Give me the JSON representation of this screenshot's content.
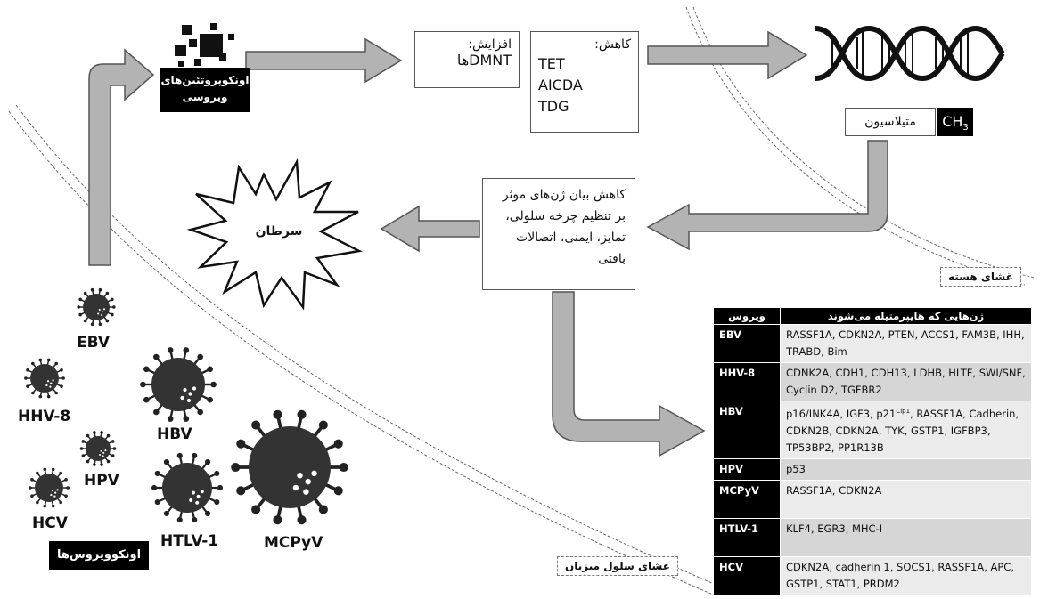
{
  "labels": {
    "viral_oncoproteins": "اونکوپروتئین‌های ویروسی",
    "increase_title": "افزایش:",
    "increase_item": "DMNTها",
    "decrease_title": "کاهش:",
    "decrease_items": [
      "TET",
      "AICDA",
      "TDG"
    ],
    "methylation": "متیلاسیون",
    "ch3": "CH",
    "ch3_sub": "3",
    "expression_text": "کاهش بیان ژن‌های موثر بر تنظیم چرخه سلولی، تمایز، ایمنی، اتصالات بافتی",
    "cancer": "سرطان",
    "nuclear_membrane": "غشای هسته",
    "host_membrane": "غشای سلول میزبان",
    "oncoviruses": "اونکوویروس‌ها"
  },
  "viruses": [
    "EBV",
    "HHV-8",
    "HBV",
    "HPV",
    "HCV",
    "HTLV-1",
    "MCPyV"
  ],
  "table": {
    "header_virus": "ویروس",
    "header_genes": "ژن‌هایی که هایپرمتیله می‌شوند",
    "rows": [
      {
        "virus": "EBV",
        "genes": "RASSF1A, CDKN2A, PTEN, ACCS1, FAM3B, IHH, TRABD, Bim"
      },
      {
        "virus": "HHV-8",
        "genes": "CDNK2A, CDH1, CDH13, LDHB, HLTF, SWI/SNF, Cyclin D2, TGFBR2"
      },
      {
        "virus": "HBV",
        "genes_pre": "p16/INK4A, IGF3, p21",
        "genes_sup": "Cip1",
        "genes_post": ", RASSF1A, Cadherin, CDKN2B, CDKN2A, TYK, GSTP1, IGFBP3, TP53BP2, PP1R13B"
      },
      {
        "virus": "HPV",
        "genes": "p53"
      },
      {
        "virus": "MCPyV",
        "genes": "RASSF1A, CDKN2A"
      },
      {
        "virus": "HTLV-1",
        "genes": "KLF4, EGR3, MHC-I"
      },
      {
        "virus": "HCV",
        "genes": "CDKN2A, cadherin 1, SOCS1, RASSF1A, APC, GSTP1, STAT1, PRDM2"
      }
    ]
  },
  "icons": [
    "virus-icon",
    "dna-icon",
    "starburst-icon",
    "arrow-icon"
  ],
  "colors": {
    "arrow_fill": "#b3b3b3",
    "arrow_stroke": "#555555",
    "black": "#000000"
  }
}
